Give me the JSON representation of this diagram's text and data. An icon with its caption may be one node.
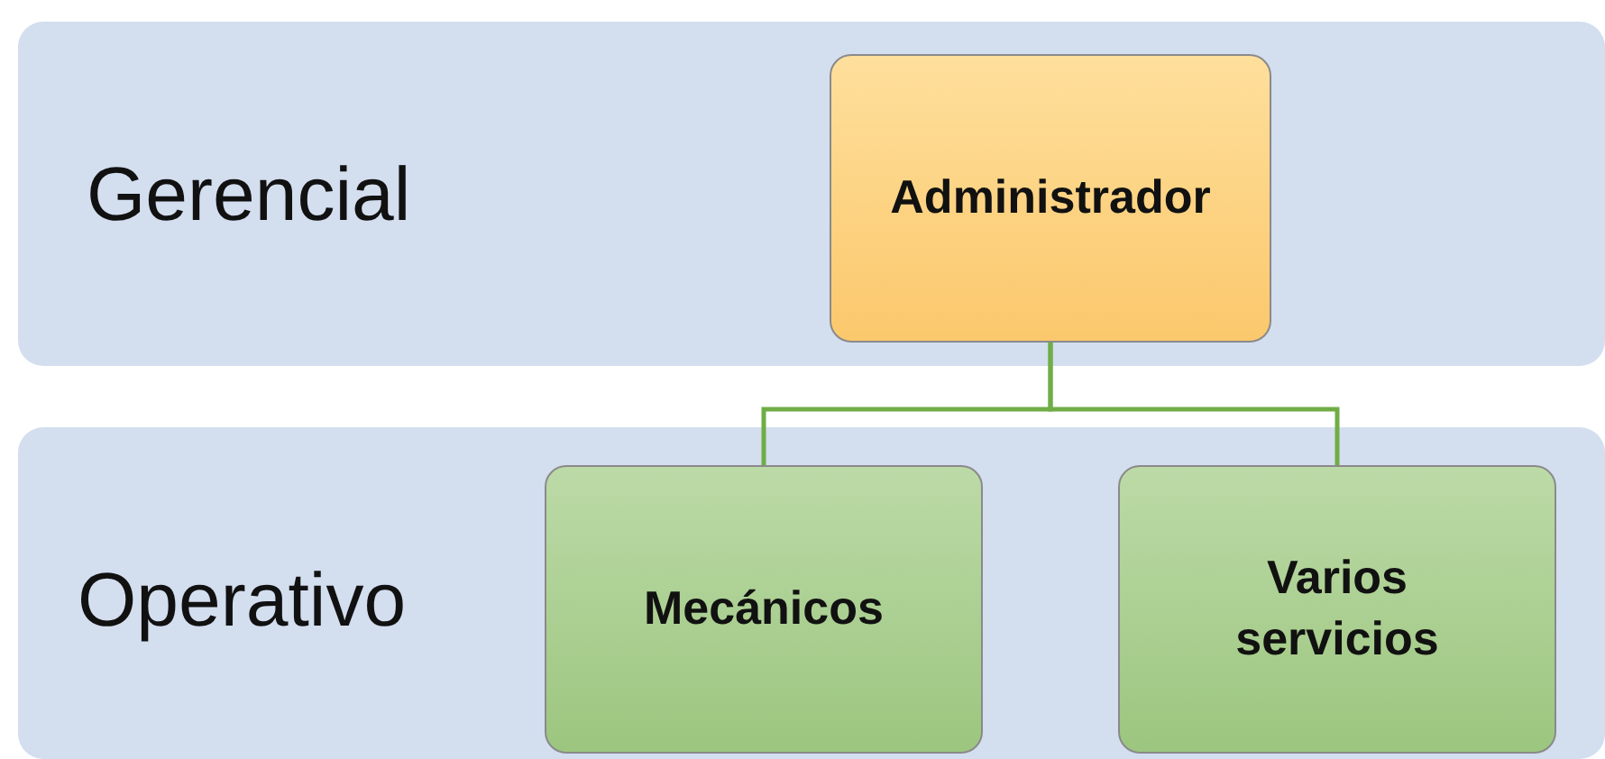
{
  "diagram": {
    "nodes": [
      {
        "text": [
          "Gerencial"
        ]
      },
      {
        "text": [
          "Administrador"
        ],
        "in": 0
      },
      {
        "text": [
          "Operativo"
        ]
      },
      {
        "text": [
          "Mecánicos"
        ],
        "in": 2
      },
      {
        "text": [
          "Varios servicios"
        ],
        "in": 2
      }
    ],
    "edges": [
      {
        "from": 1,
        "to": 3,
        "arrow": "none"
      },
      {
        "from": 1,
        "to": 4,
        "arrow": "none"
      }
    ]
  }
}
